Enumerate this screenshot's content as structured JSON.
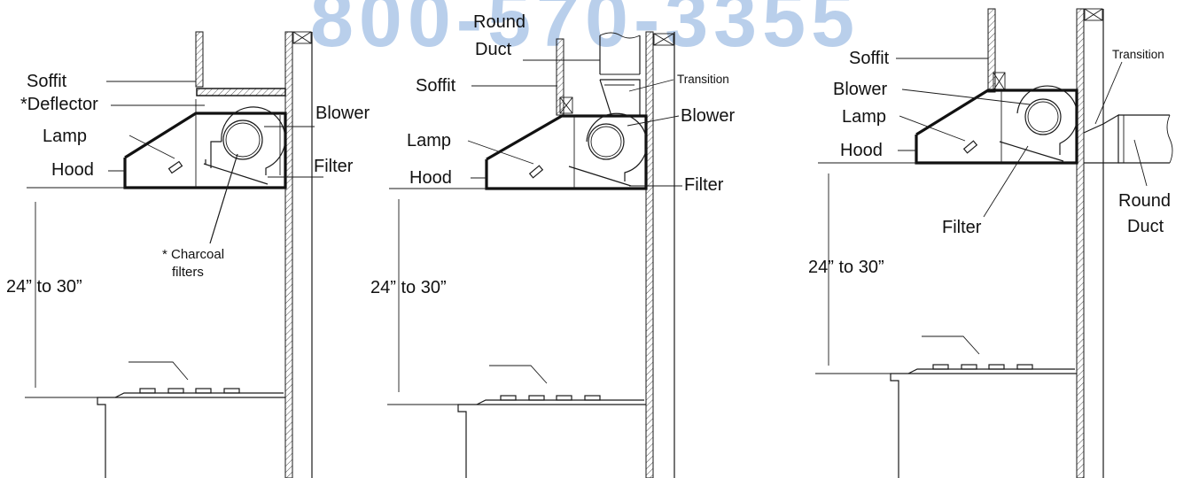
{
  "watermark": {
    "text": "800-570-3355",
    "color": "#3a78c8"
  },
  "colors": {
    "line": "#1a1a1a",
    "hatch": "#555555"
  },
  "panels": [
    {
      "labels": {
        "soffit": "Soffit",
        "deflector": "*Deflector",
        "lamp": "Lamp",
        "hood": "Hood",
        "blower": "Blower",
        "filter": "Filter",
        "charcoal_1": "* Charcoal",
        "charcoal_2": "filters",
        "clearance": "24” to 30”"
      }
    },
    {
      "labels": {
        "round_duct_1": "Round",
        "round_duct_2": "Duct",
        "soffit": "Soffit",
        "transition": "Transition",
        "blower": "Blower",
        "lamp": "Lamp",
        "hood": "Hood",
        "filter": "Filter",
        "clearance": "24” to 30”"
      }
    },
    {
      "labels": {
        "soffit": "Soffit",
        "blower": "Blower",
        "lamp": "Lamp",
        "hood": "Hood",
        "transition": "Transition",
        "filter": "Filter",
        "round_duct_1": "Round",
        "round_duct_2": "Duct",
        "clearance": "24” to 30”"
      }
    }
  ]
}
